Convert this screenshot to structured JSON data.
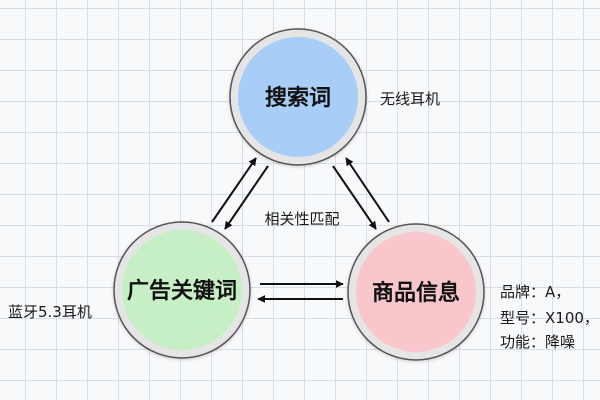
{
  "nodes": {
    "search": {
      "label": "搜索词",
      "note": "无线耳机",
      "fill_color": "#a8cdf6"
    },
    "ad": {
      "label": "广告关键词",
      "note": "蓝牙5.3耳机",
      "fill_color": "#c7efc5"
    },
    "product": {
      "label": "商品信息",
      "fill_color": "#f8c6cb",
      "attributes": [
        "品牌：A，",
        "型号：X100，",
        "功能：降噪"
      ]
    }
  },
  "edge_label": "相关性匹配",
  "colors": {
    "ring": "#dcdcdc",
    "ring_border": "#555555",
    "arrow": "#111111"
  }
}
